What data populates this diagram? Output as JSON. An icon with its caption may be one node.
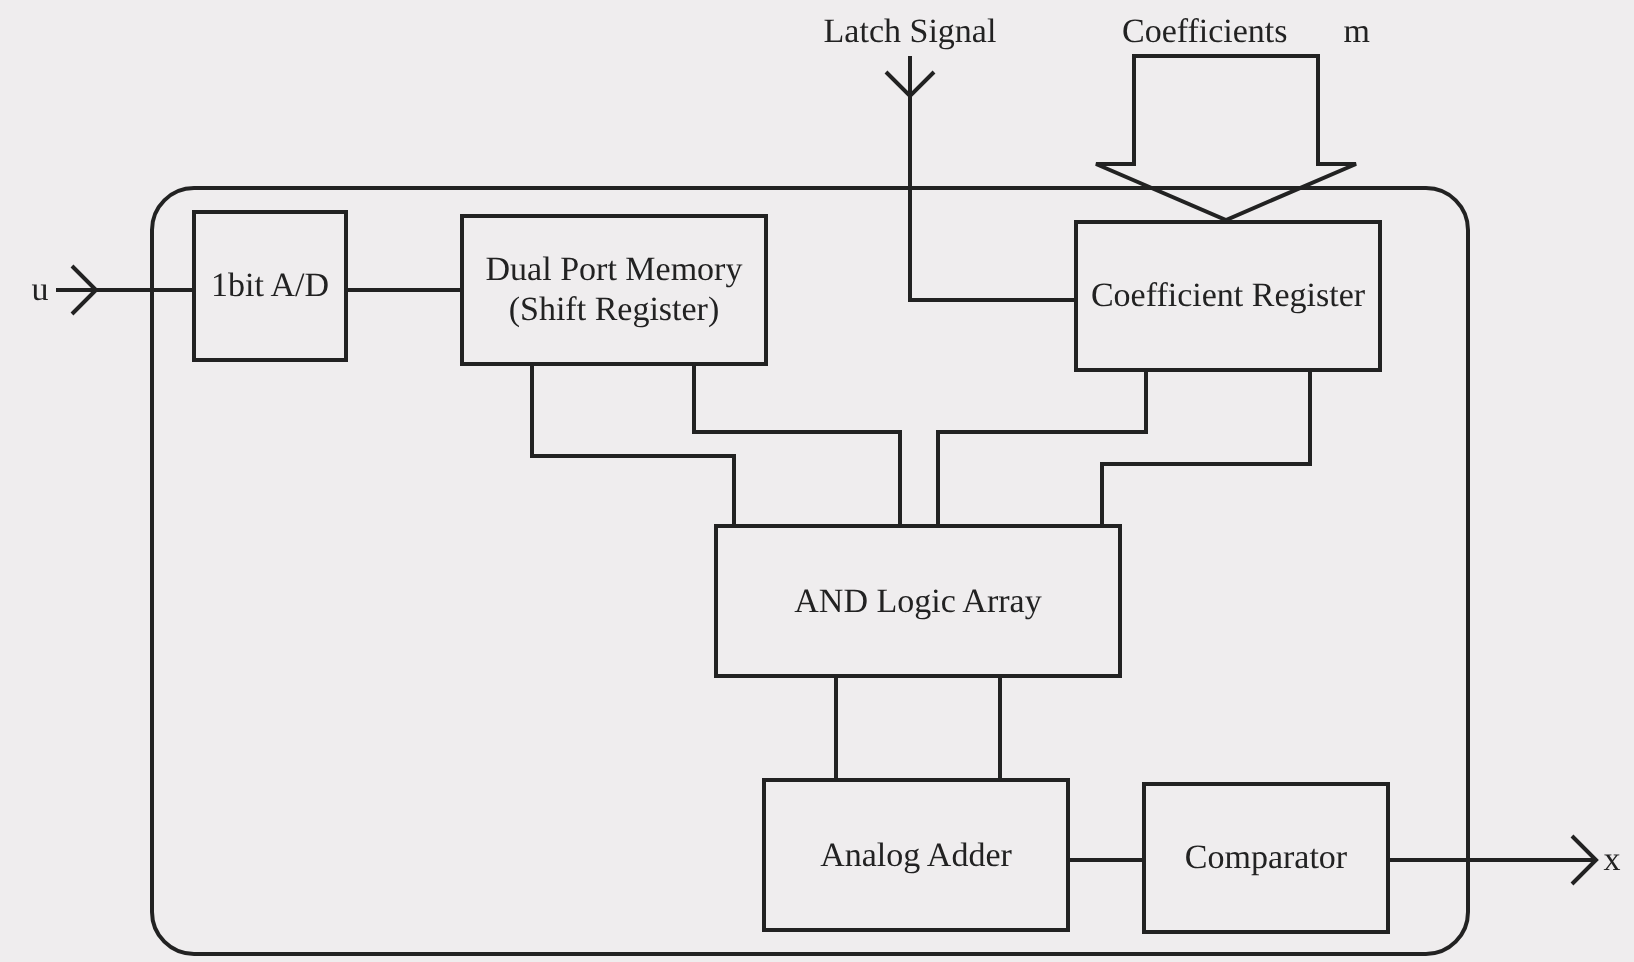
{
  "diagram": {
    "nodes": [
      {
        "text": [],
        "shape": "box"
      },
      {
        "text": [
          "1bit A/D"
        ],
        "in": 0
      },
      {
        "text": [
          "Dual Port Memory (Shift Register)"
        ],
        "in": 0
      },
      {
        "text": [
          "Coefficient Register"
        ],
        "in": 0
      },
      {
        "text": [
          "AND Logic Array"
        ],
        "in": 0
      },
      {
        "text": [
          "Analog Adder"
        ],
        "in": 0
      },
      {
        "text": [
          "Comparator"
        ],
        "in": 0
      },
      {
        "text": [
          "u"
        ]
      },
      {
        "text": [
          "Latch Signal"
        ]
      },
      {
        "text": [
          "Coefficients",
          "m"
        ]
      },
      {
        "text": [
          "x"
        ]
      }
    ],
    "edges": [
      {
        "from": 7,
        "to": 1,
        "arrow": "other"
      },
      {
        "from": 1,
        "to": 2,
        "arrow": "none"
      },
      {
        "from": 8,
        "to": 3,
        "arrow": "other"
      },
      {
        "from": 9,
        "to": 3,
        "arrow": "to",
        "style": "thick"
      },
      {
        "from": 2,
        "to": 4,
        "arrow": "none"
      },
      {
        "from": 2,
        "to": 4,
        "arrow": "none"
      },
      {
        "from": 3,
        "to": 4,
        "arrow": "none"
      },
      {
        "from": 3,
        "to": 4,
        "arrow": "none"
      },
      {
        "from": 4,
        "to": 5,
        "arrow": "none"
      },
      {
        "from": 4,
        "to": 5,
        "arrow": "none"
      },
      {
        "from": 5,
        "to": 6,
        "arrow": "none"
      },
      {
        "from": 6,
        "to": 10,
        "arrow": "to"
      }
    ]
  }
}
